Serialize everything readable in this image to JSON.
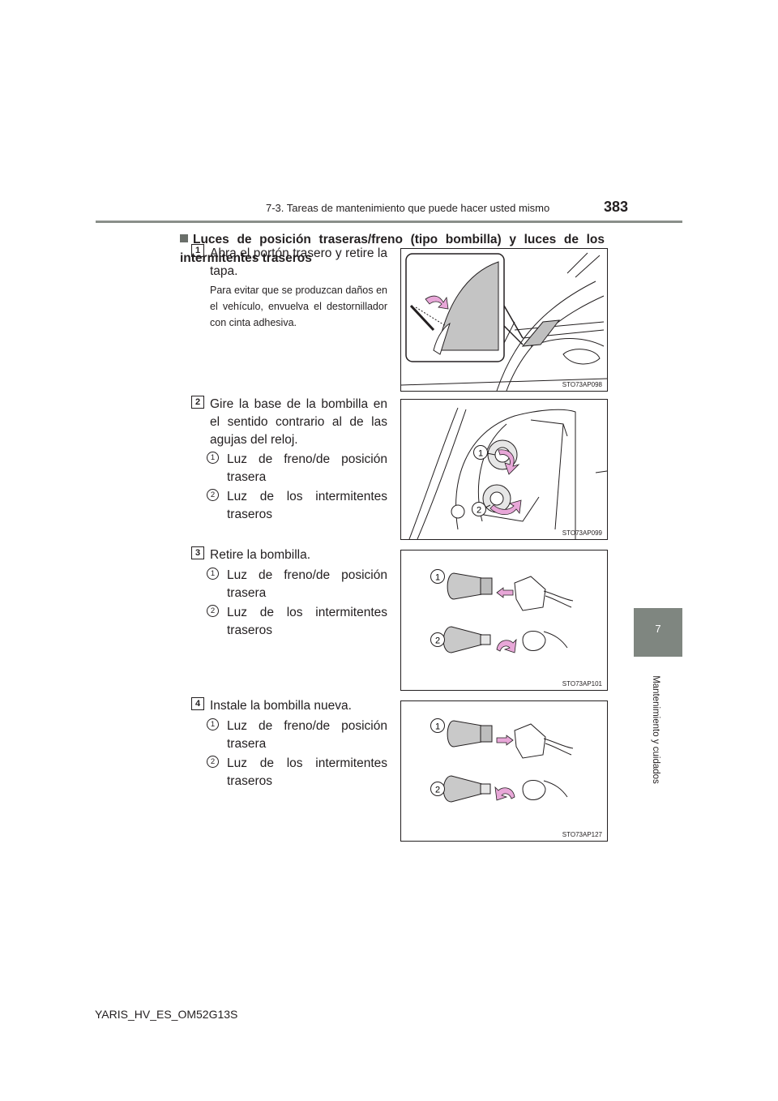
{
  "header": {
    "title": "7-3. Tareas de mantenimiento que puede hacer usted mismo",
    "page_number": "383"
  },
  "side_tab": {
    "number": "7",
    "label": "Mantenimiento y cuidados"
  },
  "section_title": "Luces de posición traseras/freno (tipo bombilla) y luces de los intermitentes traseros",
  "steps": [
    {
      "num": "1",
      "text": "Abra el portón trasero y retire la tapa.",
      "note": "Para evitar que se produzcan daños en el vehículo, envuelva el destornillador con cinta adhesiva.",
      "figure_code": "STO73AP098"
    },
    {
      "num": "2",
      "text": "Gire la base de la bombilla en el sentido contrario al de las agujas del reloj.",
      "items": [
        {
          "n": "1",
          "text": "Luz de freno/de posición trasera"
        },
        {
          "n": "2",
          "text": "Luz de los intermitentes traseros"
        }
      ],
      "figure_code": "STO73AP099"
    },
    {
      "num": "3",
      "text": "Retire la bombilla.",
      "items": [
        {
          "n": "1",
          "text": "Luz de freno/de posición trasera"
        },
        {
          "n": "2",
          "text": "Luz de los intermitentes traseros"
        }
      ],
      "figure_code": "STO73AP101"
    },
    {
      "num": "4",
      "text": "Instale la bombilla nueva.",
      "items": [
        {
          "n": "1",
          "text": "Luz de freno/de posición trasera"
        },
        {
          "n": "2",
          "text": "Luz de los intermitentes traseros"
        }
      ],
      "figure_code": "STO73AP127"
    }
  ],
  "figure_labels": {
    "one": "1",
    "two": "2"
  },
  "footer": "YARIS_HV_ES_OM52G13S",
  "colors": {
    "rule": "#8a8f8a",
    "tab": "#7f8680",
    "arrow": "#e8a7d8"
  }
}
